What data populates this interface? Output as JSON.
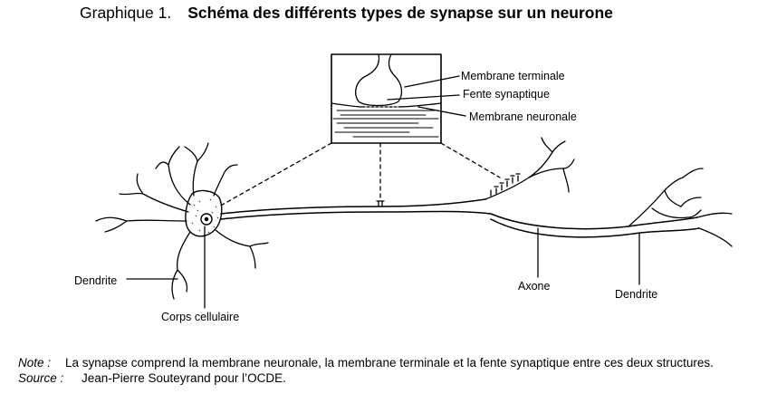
{
  "header": {
    "number": "Graphique 1.",
    "title": "Schéma des différents types de synapse sur un neurone"
  },
  "labels": {
    "membrane_terminale": "Membrane terminale",
    "fente_synaptique": "Fente synaptique",
    "membrane_neuronale": "Membrane neuronale",
    "dendrite_left": "Dendrite",
    "corps_cellulaire": "Corps cellulaire",
    "axone": "Axone",
    "dendrite_right": "Dendrite"
  },
  "footer": {
    "note_label": "Note :",
    "note_text": "La synapse comprend la membrane neuronale, la membrane terminale et la fente synaptique entre ces deux structures.",
    "source_label": "Source :",
    "source_text": "Jean-Pierre Souteyrand pour l’OCDE."
  }
}
